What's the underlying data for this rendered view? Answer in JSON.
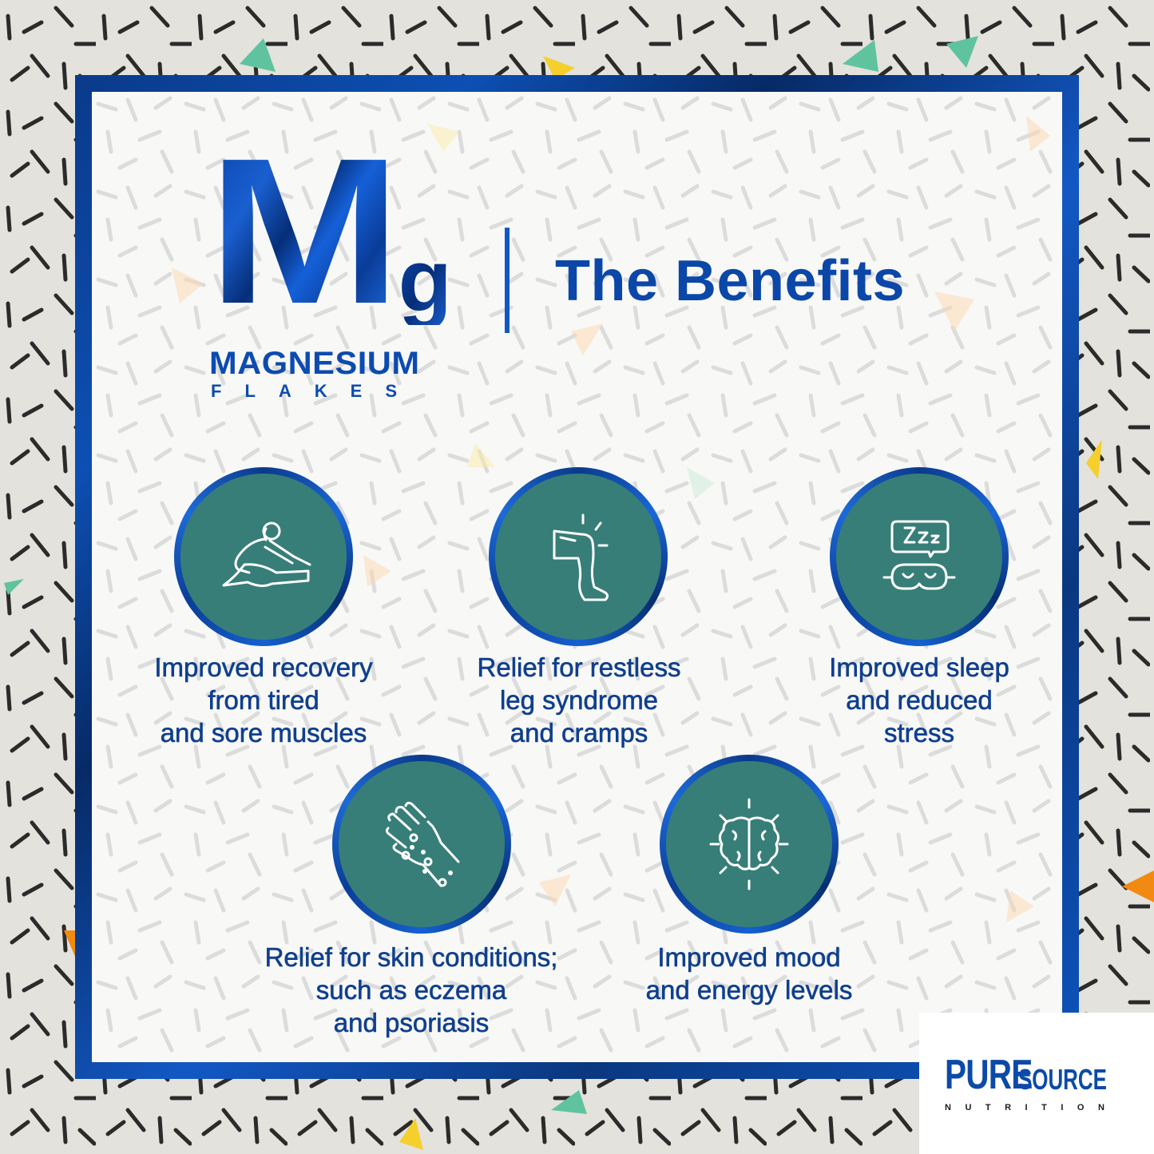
{
  "header": {
    "symbol_major": "M",
    "symbol_minor": "g",
    "product_name": "MAGNESIUM",
    "product_subtitle": "FLAKES",
    "title": "The Benefits"
  },
  "benefits": [
    {
      "icon": "stretching-person-icon",
      "lines": [
        "Improved recovery",
        "from tired",
        "and sore muscles"
      ]
    },
    {
      "icon": "aching-leg-icon",
      "lines": [
        "Relief for restless",
        "leg syndrome",
        "and cramps"
      ]
    },
    {
      "icon": "sleep-mask-icon",
      "lines": [
        "Improved sleep",
        "and reduced",
        "stress"
      ]
    },
    {
      "icon": "rash-hand-icon",
      "lines": [
        "Relief for skin conditions;",
        "such as eczema",
        "and psoriasis"
      ]
    },
    {
      "icon": "glowing-brain-icon",
      "lines": [
        "Improved mood",
        "and energy levels"
      ]
    }
  ],
  "brand": {
    "name_part1": "PURE",
    "name_part2": "SOURCE",
    "tagline": "NUTRITION"
  },
  "colors": {
    "brand_blue": "#0b47a8",
    "frame_blue": "#0d4fb3",
    "circle_teal": "#377e78",
    "outer_bg": "#e3e2dd",
    "panel_bg": "#f8f8f6",
    "caption_navy": "#0f3f8e"
  }
}
